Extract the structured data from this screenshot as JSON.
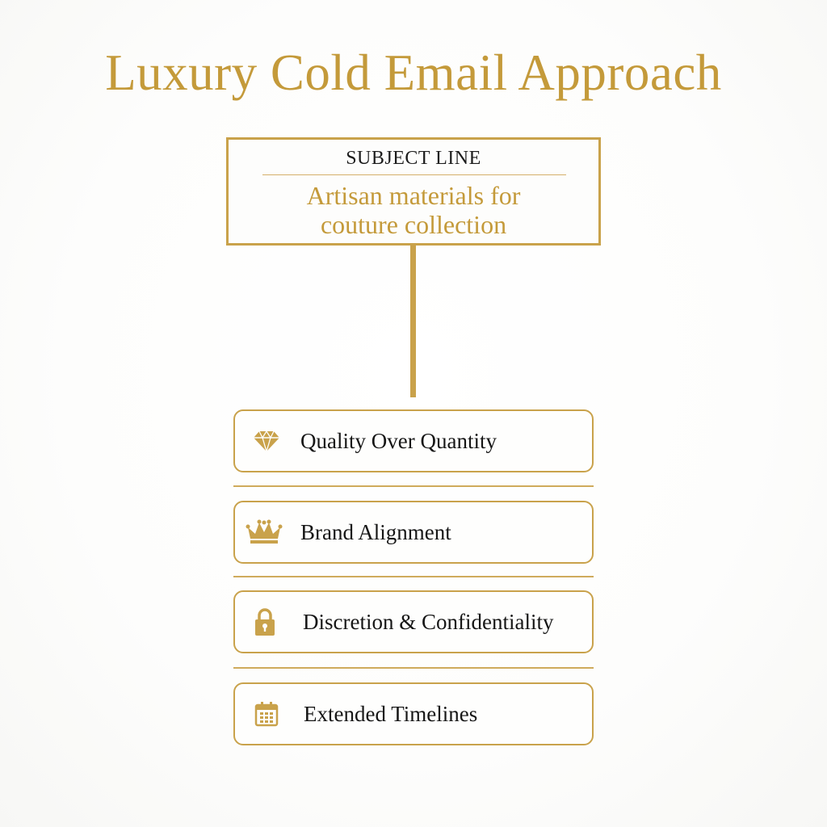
{
  "title": "Luxury Cold Email Approach",
  "subject": {
    "label": "SUBJECT LINE",
    "line1": "Artisan materials for",
    "line2": "couture collection"
  },
  "items": [
    {
      "label": "Quality Over Quantity",
      "icon": "diamond-icon"
    },
    {
      "label": "Brand Alignment",
      "icon": "crown-icon"
    },
    {
      "label": "Discretion & Confidentiality",
      "icon": "padlock-icon"
    },
    {
      "label": "Extended Timelines",
      "icon": "calendar-icon"
    }
  ],
  "colors": {
    "gold": "#c9a24b",
    "title_gold": "#c49a3a",
    "text": "#161616",
    "background": "#fdfdfc"
  }
}
